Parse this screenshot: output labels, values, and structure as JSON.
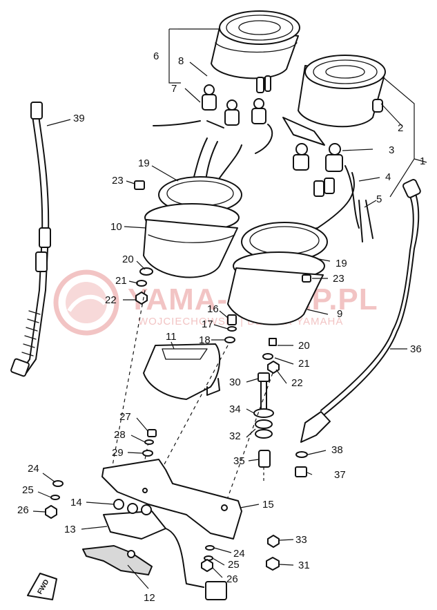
{
  "watermark": {
    "title": "YAMA-SKLEP.PL",
    "subtitle": "WOJCIECHOWSKI | DEALER YAMAHA",
    "color": "#f2c4c4"
  },
  "fwd_label": "FWD",
  "callouts": {
    "c1": "1",
    "c2": "2",
    "c3": "3",
    "c4": "4",
    "c5": "5",
    "c6": "6",
    "c7": "7",
    "c8": "8",
    "c9": "9",
    "c10": "10",
    "c11": "11",
    "c12": "12",
    "c13": "13",
    "c14": "14",
    "c15": "15",
    "c16": "16",
    "c17": "17",
    "c18": "18",
    "c19a": "19",
    "c19b": "19",
    "c20a": "20",
    "c20b": "20",
    "c21a": "21",
    "c21b": "21",
    "c22a": "22",
    "c22b": "22",
    "c23a": "23",
    "c23b": "23",
    "c24a": "24",
    "c24b": "24",
    "c25a": "25",
    "c25b": "25",
    "c26a": "26",
    "c26b": "26",
    "c27": "27",
    "c28": "28",
    "c29": "29",
    "c30": "30",
    "c31": "31",
    "c32": "32",
    "c33": "33",
    "c34": "34",
    "c35": "35",
    "c36": "36",
    "c37": "37",
    "c38": "38",
    "c39": "39"
  }
}
